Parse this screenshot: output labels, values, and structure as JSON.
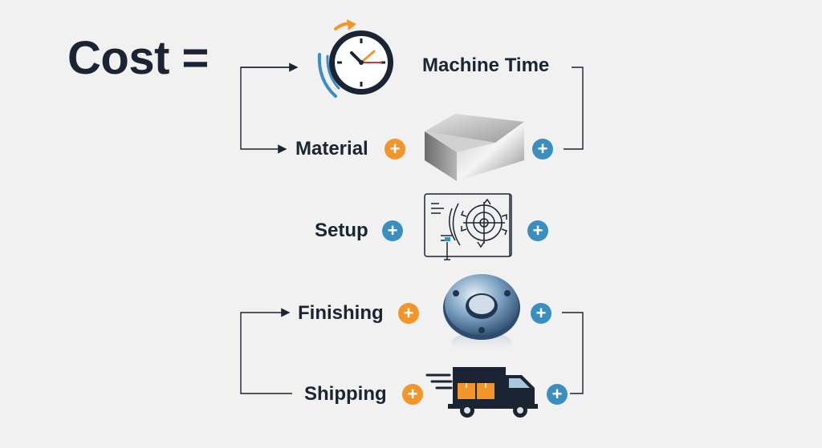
{
  "title": "Cost =",
  "items": [
    {
      "label": "Machine Time",
      "icon": "clock-icon"
    },
    {
      "label": "Material",
      "icon": "metal-block-icon"
    },
    {
      "label": "Setup",
      "icon": "blueprint-gear-icon"
    },
    {
      "label": "Finishing",
      "icon": "flange-icon"
    },
    {
      "label": "Shipping",
      "icon": "truck-icon"
    }
  ],
  "plus_symbol": "+",
  "colors": {
    "text": "#1b2433",
    "orange": "#f2962b",
    "blue": "#3b8fc0",
    "background": "#f1f1f1"
  }
}
